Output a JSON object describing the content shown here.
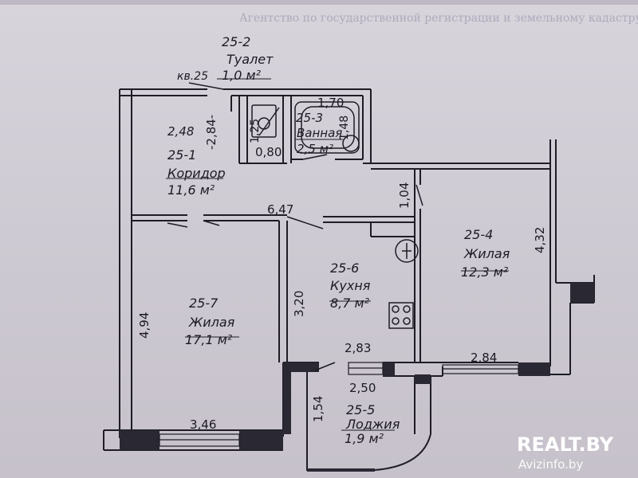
{
  "header_text": "Агентство по государственной регистрации и земельному кадастру",
  "apartment_label": "кв.25",
  "rooms": [
    {
      "id": "25-1",
      "name": "Коридор",
      "area": "11,6 м²"
    },
    {
      "id": "25-2",
      "name": "Туалет",
      "area": "1,0 м²"
    },
    {
      "id": "25-3",
      "name": "Ванная",
      "area": "2,5 м²"
    },
    {
      "id": "25-4",
      "name": "Жилая",
      "area": "12,3 м²"
    },
    {
      "id": "25-5",
      "name": "Лоджия",
      "area": "1,9 м²"
    },
    {
      "id": "25-6",
      "name": "Кухня",
      "area": "8,7 м²"
    },
    {
      "id": "25-7",
      "name": "Жилая",
      "area": "17,1 м²"
    }
  ],
  "dimensions": {
    "corridor_width": "2,48",
    "corridor_height": "-2,84-",
    "toilet_length": "1,25",
    "toilet_width": "0,80",
    "bath_length": "1,70",
    "bath_width": "1,48",
    "room4_door": "1,04",
    "room4_height": "4,32",
    "corridor_length": "6,47",
    "room7_height": "4,94",
    "kitchen_height": "3,20",
    "kitchen_width": "2,83",
    "room4_width": "2,84",
    "loggia_width": "2,50",
    "loggia_height": "1,54",
    "room7_width": "3,46"
  },
  "watermark": {
    "brand": "REALT.BY",
    "site": "Avizinfo.by"
  }
}
